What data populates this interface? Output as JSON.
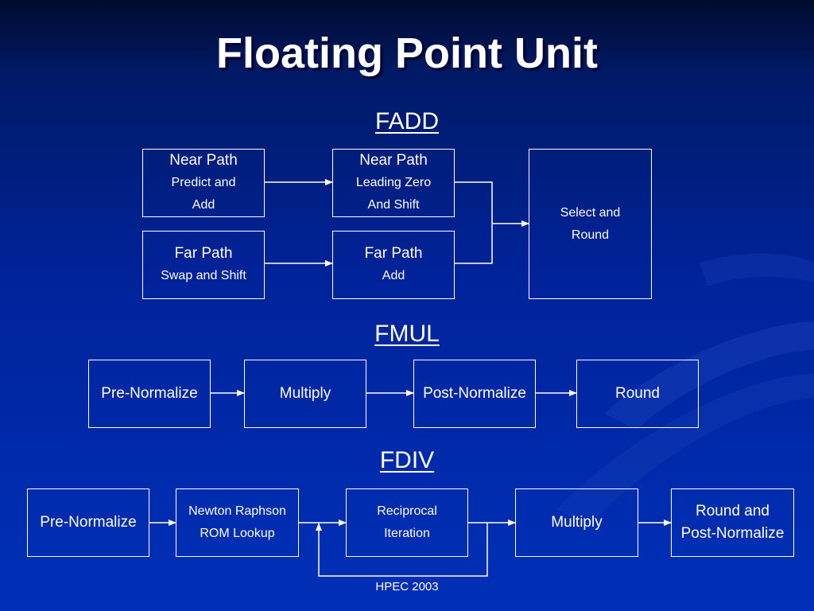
{
  "slide": {
    "title": "Floating Point Unit",
    "footer": "HPEC 2003"
  },
  "fadd": {
    "heading": "FADD",
    "near_predict": {
      "line1": "Near Path",
      "line2": "Predict and",
      "line3": "Add"
    },
    "near_leading": {
      "line1": "Near Path",
      "line2": "Leading Zero",
      "line3": "And Shift"
    },
    "far_swap": {
      "line1": "Far Path",
      "line2": "Swap and Shift"
    },
    "far_add": {
      "line1": "Far Path",
      "line2": "Add"
    },
    "select_round": {
      "line1": "Select and",
      "line2": "Round"
    }
  },
  "fmul": {
    "heading": "FMUL",
    "pre_normalize": "Pre-Normalize",
    "multiply": "Multiply",
    "post_normalize": "Post-Normalize",
    "round": "Round"
  },
  "fdiv": {
    "heading": "FDIV",
    "pre_normalize": "Pre-Normalize",
    "newton": {
      "line1": "Newton Raphson",
      "line2": "ROM Lookup"
    },
    "reciprocal": {
      "line1": "Reciprocal",
      "line2": "Iteration"
    },
    "multiply": "Multiply",
    "round_post": {
      "line1": "Round and",
      "line2": "Post-Normalize"
    }
  },
  "colors": {
    "background_top": "#000a2e",
    "background_bottom": "#0030b8",
    "foreground": "#ffffff"
  }
}
